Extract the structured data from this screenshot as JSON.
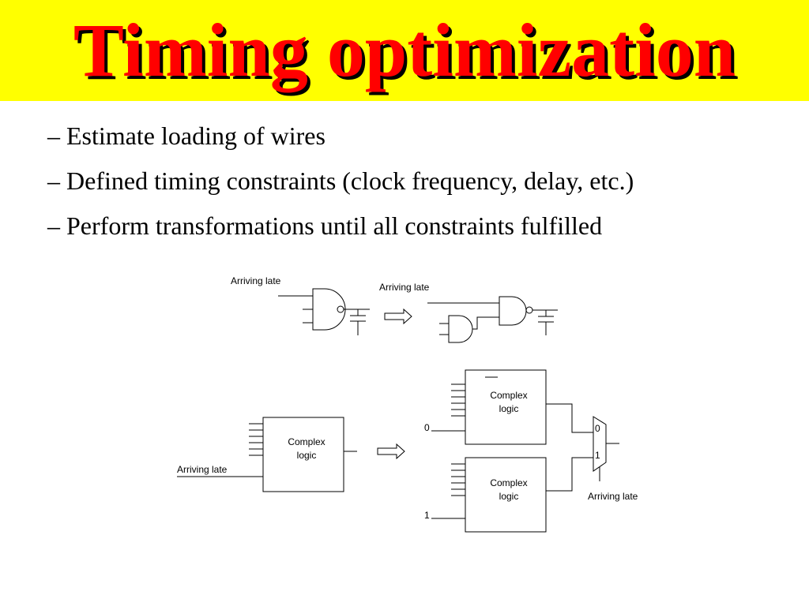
{
  "slide": {
    "title": "Timing optimization",
    "title_color": "#ff0000",
    "title_bar_color": "#ffff00",
    "bullets": [
      "– Estimate loading of wires",
      "– Defined timing constraints (clock frequency, delay, etc.)",
      "– Perform transformations until all constraints fulfilled"
    ]
  },
  "diagram": {
    "top": {
      "left_label": "Arriving late",
      "right_label": "Arriving late"
    },
    "bottom": {
      "left_block": [
        "Complex",
        "logic"
      ],
      "left_label": "Arriving late",
      "upper_block": [
        "Complex",
        "logic"
      ],
      "lower_block": [
        "Complex",
        "logic"
      ],
      "input_0": "0",
      "input_1": "1",
      "mux_0": "0",
      "mux_1": "1",
      "right_label": "Arriving late"
    }
  }
}
